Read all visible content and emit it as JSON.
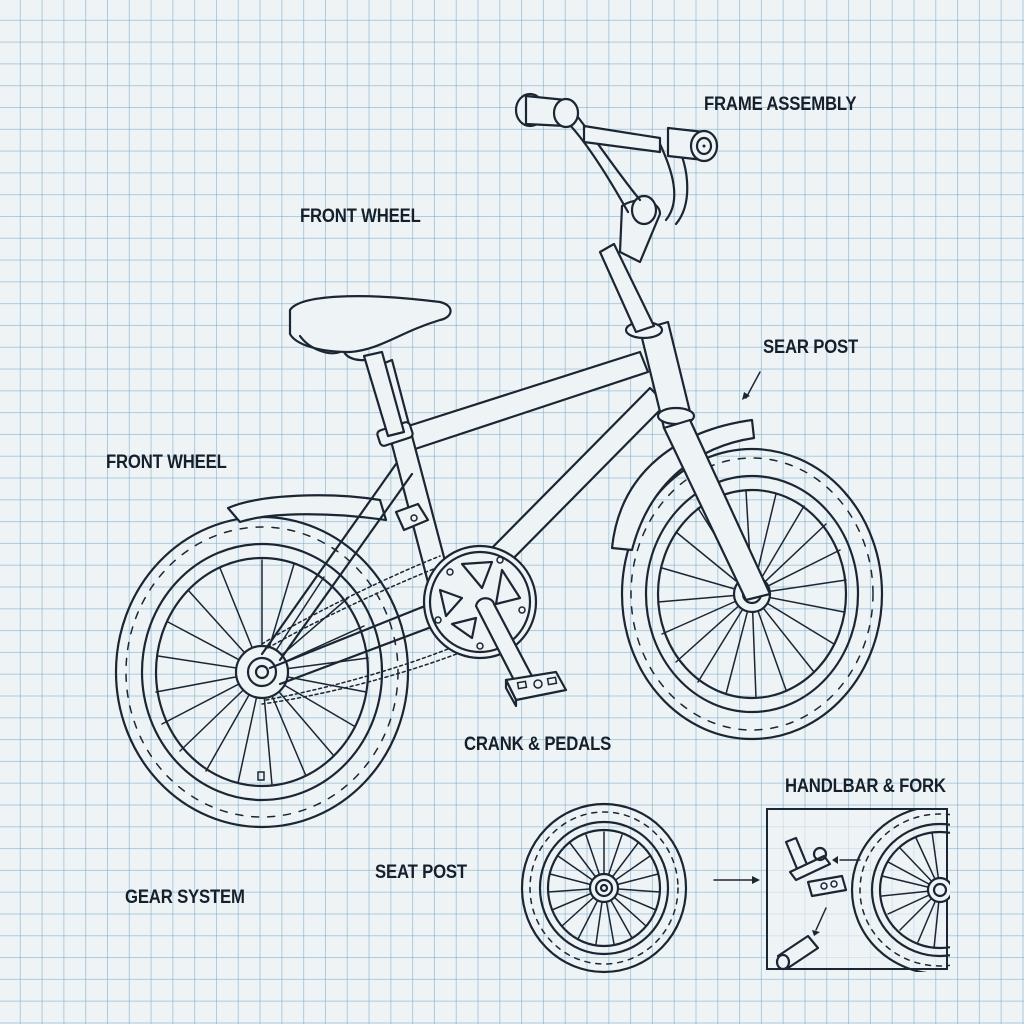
{
  "diagram": {
    "subject": "Children's bicycle exploded/blueprint sketch on graph paper",
    "colors": {
      "paper": "#eef3f6",
      "grid": "#78aac8",
      "ink": "#1b2633"
    }
  },
  "labels": {
    "frame_assembly": "FRAME ASSEMBLY",
    "front_wheel_top": "FRONT WHEEL",
    "sear_post": "SEAR POST",
    "front_wheel_left": "FRONT WHEEL",
    "crank_pedals": "CRANK & PEDALS",
    "handlbar_fork": "HANDLBAR & FORK",
    "seat_post": "SEAT POST",
    "gear_system": "GEAR SYSTEM"
  },
  "parts": [
    "handlebar",
    "stem",
    "saddle",
    "seat-post",
    "frame-top-tube",
    "frame-down-tube",
    "rear-wheel",
    "front-wheel",
    "fork",
    "front-fender",
    "rear-fender",
    "chainring",
    "chain",
    "crank-arm",
    "pedal",
    "detached-wheel",
    "inset-detail"
  ]
}
